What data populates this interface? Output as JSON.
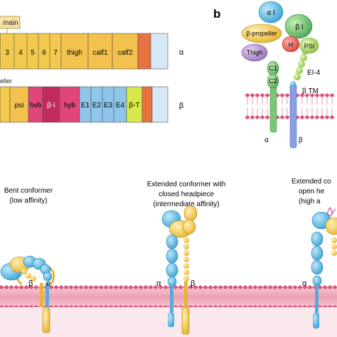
{
  "panel_a": {
    "domain_callout": "main",
    "alpha_domains": [
      "3",
      "4",
      "5",
      "6",
      "7",
      "thigh",
      "calf1",
      "calf2"
    ],
    "alpha_label": "α",
    "beta_propeller_fragment": "eller",
    "beta_domains": [
      "psi",
      "hvb",
      "β-I",
      "hyb",
      "E1",
      "E2",
      "E3",
      "E4",
      "β-T"
    ],
    "beta_label": "β"
  },
  "panel_b": {
    "panel_label": "b",
    "domains": {
      "alpha_i": "α I",
      "beta_i": "β I",
      "beta_propeller": "β-propeller",
      "hybrid": "H",
      "psi": "PSI",
      "thigh": "Thigh",
      "c1": "C1",
      "c2": "C2",
      "ei4": "EI-4",
      "beta_tm": "β TM"
    },
    "alpha_label": "α",
    "beta_label": "β"
  },
  "panel_c": {
    "bent_title": [
      "Bent conformer",
      "(low affinity)"
    ],
    "closed_title": [
      "Extended conformer with",
      "closed headpiece",
      "(intermediate affinity)"
    ],
    "open_title": [
      "Extended co",
      "open he",
      "(high a"
    ],
    "bent_beta": "β",
    "bent_alpha": "α",
    "closed_alpha": "α",
    "closed_beta": "β",
    "open_alpha": "α"
  },
  "colors": {
    "yellow": "#f2c14e",
    "orange": "#e9713f",
    "light_blue": "#cfe3f3",
    "pink": "#e0457b",
    "magenta": "#d12f6a",
    "mid_blue": "#8ec5ea",
    "lime": "#d8e84b",
    "ialpha": "#4fb8e0",
    "ibeta": "#5dbb63",
    "headpiece_red": "#e8534f",
    "psi_green": "#9ed157",
    "thigh_purple": "#b690d0",
    "membrane_pink": "#e28aa0"
  }
}
